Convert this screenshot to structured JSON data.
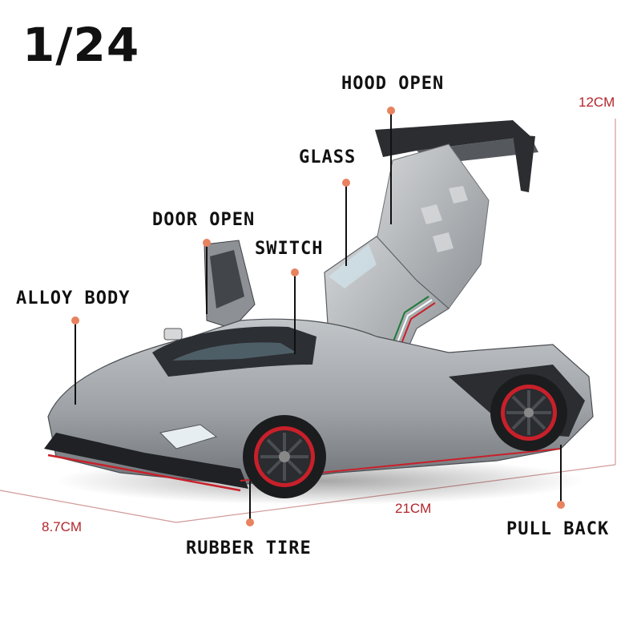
{
  "scale": "1/24",
  "labels": {
    "hood_open": "HOOD OPEN",
    "glass": "GLASS",
    "door_open": "DOOR OPEN",
    "switch": "SWITCH",
    "alloy_body": "ALLOY BODY",
    "rubber_tire": "RUBBER TIRE",
    "pull_back": "PULL BACK"
  },
  "dimensions": {
    "height": "12CM",
    "length": "21CM",
    "width": "8.7CM"
  },
  "colors": {
    "text": "#111111",
    "dimension": "#b3262b",
    "callout_dot": "#e8825f",
    "car_body": "#9ea2a6",
    "accent_red": "#c8202a"
  }
}
